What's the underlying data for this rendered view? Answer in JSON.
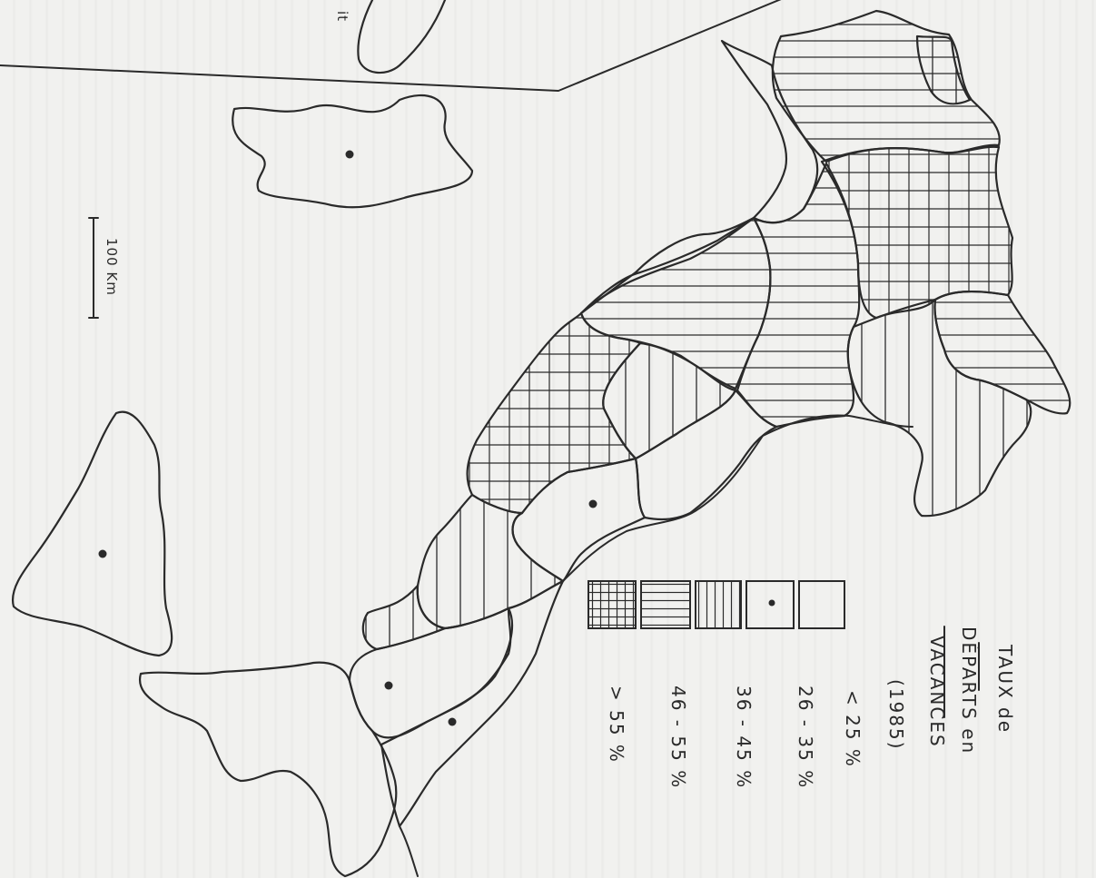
{
  "map": {
    "legend": {
      "title_line1": "TAUX de",
      "title_line2": "DÉPARTS en",
      "title_line3": "VACANCES",
      "year": "(1985)",
      "classes": [
        {
          "label": "< 25 %",
          "pattern": "empty"
        },
        {
          "label": "26 - 35 %",
          "pattern": "dot"
        },
        {
          "label": "36 - 45 %",
          "pattern": "vertical"
        },
        {
          "label": "46 - 55 %",
          "pattern": "horizontal"
        },
        {
          "label": "> 55 %",
          "pattern": "grid"
        }
      ]
    },
    "scale_bar": {
      "label": "100 Km",
      "distance_km": 100
    },
    "top_fragment_text": "it",
    "colors": {
      "ink": "#2a2a2a",
      "paper": "#f1f1ef"
    }
  }
}
